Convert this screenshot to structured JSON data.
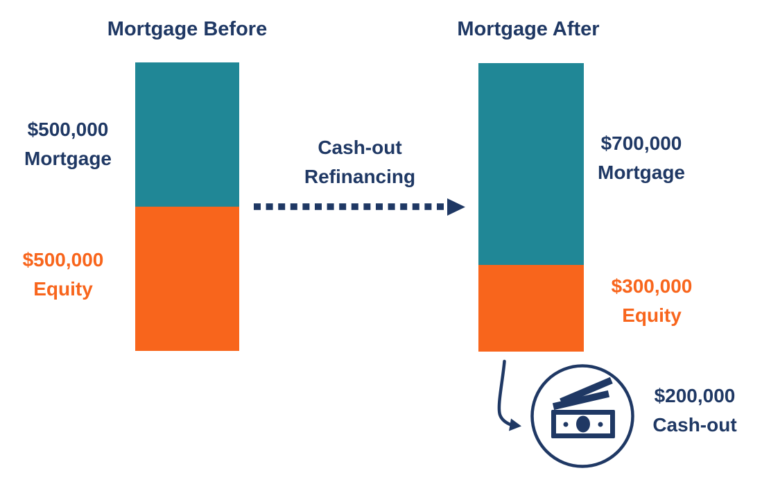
{
  "colors": {
    "navy": "#1F3864",
    "teal": "#208796",
    "orange": "#F8651C",
    "background": "#FFFFFF"
  },
  "icons": {
    "cash_circle": "banknote-in-circle-icon",
    "flow_arrow": "dotted-right-arrow-icon",
    "cash_arrow": "curved-down-arrow-icon"
  },
  "labels": {
    "before_title": "Mortgage Before",
    "after_title": "Mortgage After",
    "center_line1": "Cash-out",
    "center_line2": "Refinancing",
    "before_mortgage_line1": "$500,000",
    "before_mortgage_line2": "Mortgage",
    "before_equity_line1": "$500,000",
    "before_equity_line2": "Equity",
    "after_mortgage_line1": "$700,000",
    "after_mortgage_line2": "Mortgage",
    "after_equity_line1": "$300,000",
    "after_equity_line2": "Equity",
    "cashout_line1": "$200,000",
    "cashout_line2": "Cash-out"
  },
  "chart_data": {
    "type": "bar",
    "stacked": true,
    "title": "Cash-out Refinancing before/after comparison",
    "categories": [
      "Mortgage Before",
      "Mortgage After"
    ],
    "series": [
      {
        "name": "Mortgage",
        "color": "#208796",
        "values": [
          500000,
          700000
        ]
      },
      {
        "name": "Equity",
        "color": "#F8651C",
        "values": [
          500000,
          300000
        ]
      }
    ],
    "value_total_per_bar": 1000000,
    "annotations": [
      "$500,000 Mortgage",
      "$500,000 Equity",
      "$700,000 Mortgage",
      "$300,000 Equity",
      "Cash-out Refinancing",
      "$200,000 Cash-out"
    ],
    "legend": "none",
    "grid": false,
    "axes": "none"
  }
}
